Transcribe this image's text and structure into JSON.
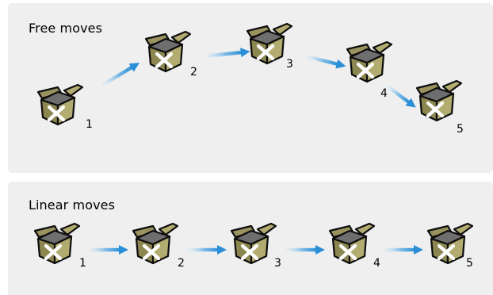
{
  "free_moves": {
    "title": "Free moves",
    "step_labels": [
      "1",
      "2",
      "3",
      "4",
      "5"
    ]
  },
  "linear_moves": {
    "title": "Linear moves",
    "step_labels": [
      "1",
      "2",
      "3",
      "4",
      "5"
    ]
  },
  "colors": {
    "panel_background": "#efefef",
    "box_body": "#b3ac70",
    "box_shade": "#8c8650",
    "box_inside": "#6e6e6e",
    "outline": "#0d0d0d",
    "arrow_end": "#2a8fd6",
    "arrow_start": "#cfe6f7"
  },
  "icon": "open-box-with-x-icon"
}
